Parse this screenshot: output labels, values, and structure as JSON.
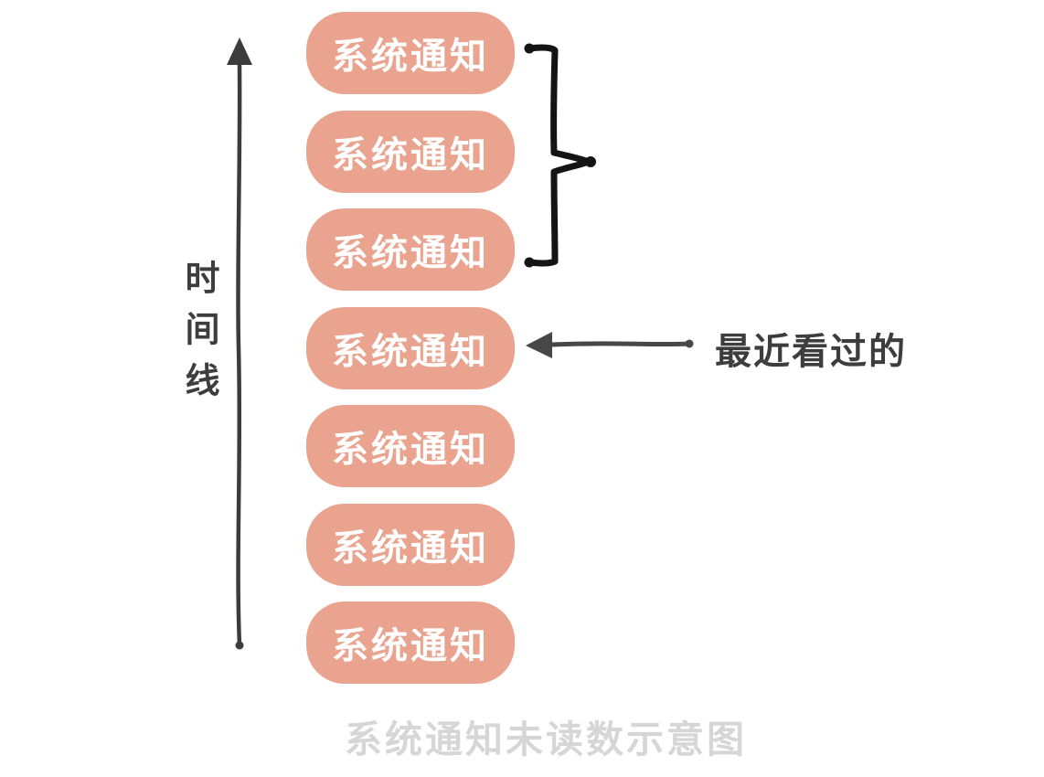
{
  "diagram": {
    "title_caption": "系统通知未读数示意图",
    "timeline": {
      "label": "时间线",
      "direction": "up"
    },
    "boxes": [
      {
        "label": "系统通知"
      },
      {
        "label": "系统通知"
      },
      {
        "label": "系统通知"
      },
      {
        "label": "系统通知"
      },
      {
        "label": "系统通知"
      },
      {
        "label": "系统通知"
      },
      {
        "label": "系统通知"
      }
    ],
    "brace": {
      "spans_boxes": "1-3",
      "meaning": "unread group"
    },
    "annotation": {
      "label": "最近看过的",
      "points_to_box": 4
    },
    "colors": {
      "box_bg": "#E9A38F",
      "box_text": "#FFFFFF",
      "timeline_ink": "#3C3C3C",
      "brace_ink": "#141414",
      "arrow_ink": "#474747",
      "caption_text": "#D6D6D6",
      "background": "#FFFFFF"
    }
  }
}
